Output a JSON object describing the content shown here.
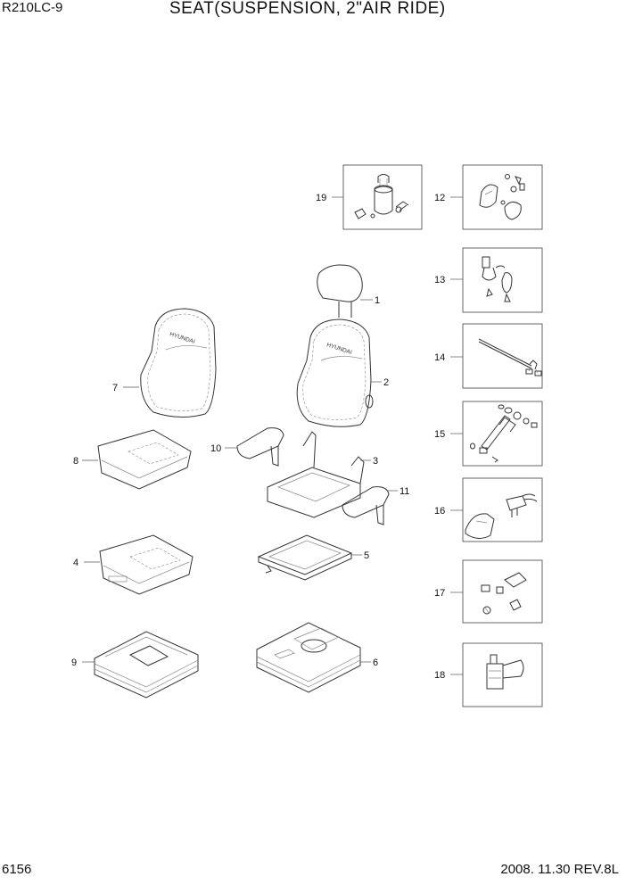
{
  "header": {
    "model": "R210LC-9",
    "title": "SEAT(SUSPENSION, 2\"AIR RIDE)"
  },
  "footer": {
    "page": "6156",
    "revision": "2008. 11.30  REV.8L"
  },
  "brand_mark": "HYUNDAI",
  "labels": {
    "p1": "1",
    "p2": "2",
    "p3": "3",
    "p4": "4",
    "p5": "5",
    "p6": "6",
    "p7": "7",
    "p8": "8",
    "p9": "9",
    "p10": "10",
    "p11": "11",
    "p12": "12",
    "p13": "13",
    "p14": "14",
    "p15": "15",
    "p16": "16",
    "p17": "17",
    "p18": "18",
    "p19": "19"
  }
}
